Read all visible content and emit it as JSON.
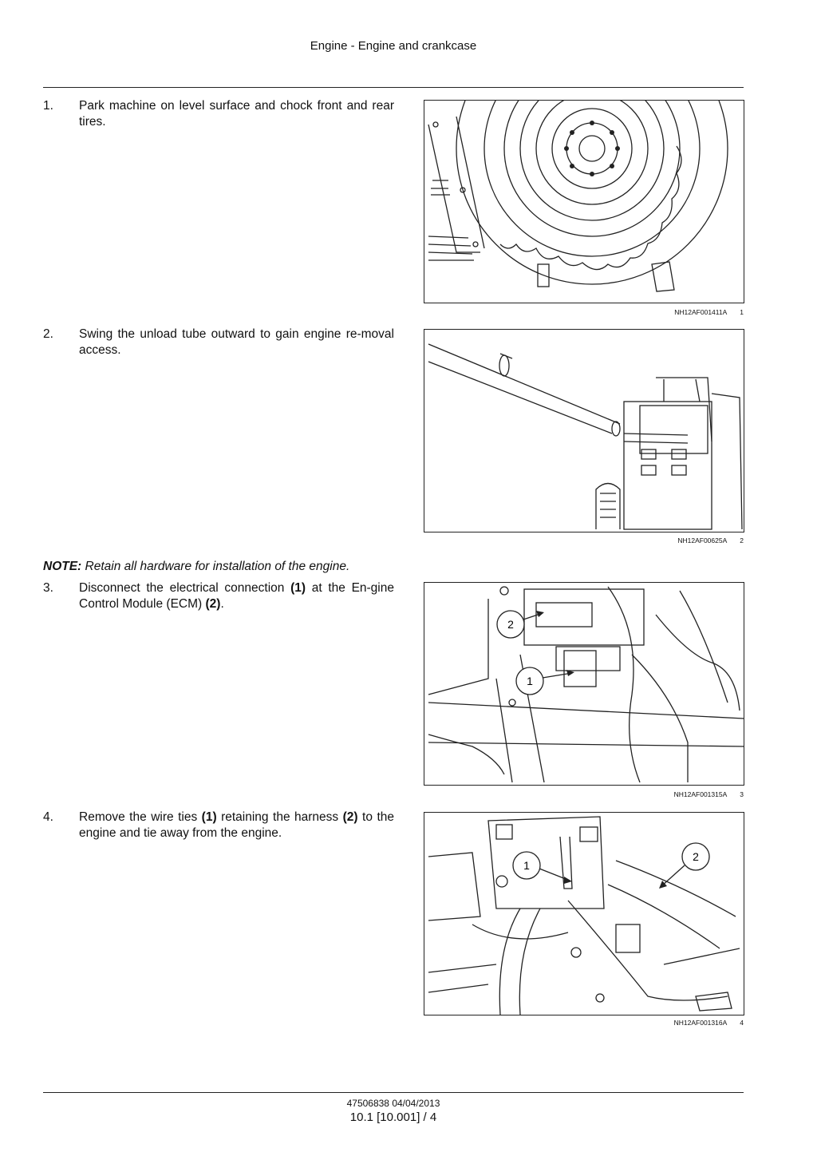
{
  "header": {
    "title": "Engine - Engine and crankcase"
  },
  "steps": [
    {
      "number": "1.",
      "parts": [
        {
          "text": "Park machine on level surface and chock front and rear tires.",
          "bold": false
        }
      ]
    },
    {
      "number": "2.",
      "parts": [
        {
          "text": "Swing the unload tube outward to gain engine re-moval access.",
          "bold": false
        }
      ]
    },
    {
      "number": "3.",
      "parts": [
        {
          "text": "Disconnect the electrical connection ",
          "bold": false
        },
        {
          "text": "(1)",
          "bold": true
        },
        {
          "text": " at the En-gine Control Module (ECM) ",
          "bold": false
        },
        {
          "text": "(2)",
          "bold": true
        },
        {
          "text": ".",
          "bold": false
        }
      ]
    },
    {
      "number": "4.",
      "parts": [
        {
          "text": "Remove the wire ties ",
          "bold": false
        },
        {
          "text": "(1)",
          "bold": true
        },
        {
          "text": " retaining the harness ",
          "bold": false
        },
        {
          "text": "(2)",
          "bold": true
        },
        {
          "text": " to the engine and tie away from the engine.",
          "bold": false
        }
      ]
    }
  ],
  "note": {
    "label": "NOTE:",
    "text": " Retain all hardware for installation of the engine."
  },
  "figures": [
    {
      "code": "NH12AF001411A",
      "number": "1",
      "callouts": []
    },
    {
      "code": "NH12AF00625A",
      "number": "2",
      "callouts": []
    },
    {
      "code": "NH12AF001315A",
      "number": "3",
      "callouts": [
        "2",
        "1"
      ]
    },
    {
      "code": "NH12AF001316A",
      "number": "4",
      "callouts": [
        "1",
        "2"
      ]
    }
  ],
  "footer": {
    "doc_id": "47506838 04/04/2013",
    "page": "10.1 [10.001] / 4"
  }
}
